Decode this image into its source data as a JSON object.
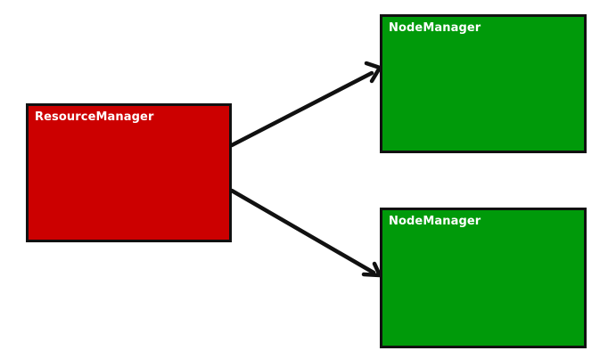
{
  "diagram": {
    "nodes": {
      "resource_manager": {
        "label": "ResourceManager",
        "color": "#cc0000"
      },
      "node_manager_1": {
        "label": "NodeManager",
        "color": "#009a0a"
      },
      "node_manager_2": {
        "label": "NodeManager",
        "color": "#009a0a"
      }
    },
    "edges": [
      {
        "from": "ResourceManager",
        "to": "NodeManager (top)"
      },
      {
        "from": "ResourceManager",
        "to": "NodeManager (bottom)"
      }
    ],
    "stroke_color": "#111111"
  }
}
